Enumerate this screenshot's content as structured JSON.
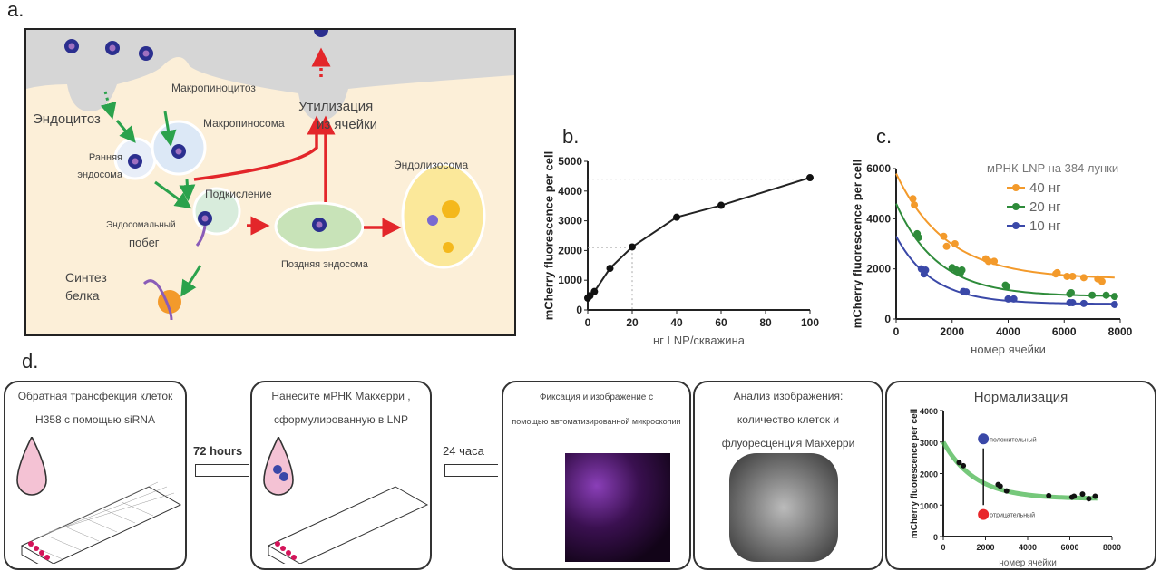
{
  "panel_a": {
    "label": "a.",
    "endocytosis": "Эндоцитоз",
    "macropinocytosis": "Макропиноцитоз",
    "macropinosome": "Макропиносома",
    "early_endosome": "Ранняя эндосома",
    "acidification": "Подкисление",
    "endosomal_escape_1": "Эндосомальный",
    "endosomal_escape_2": "побег",
    "protein_synthesis_1": "Синтез",
    "protein_synthesis_2": "белка",
    "late_endosome": "Поздняя эндосома",
    "endolysosome": "Эндолизосома",
    "recycling_1": "Утилизация",
    "recycling_2": "из ячейки"
  },
  "panel_b": {
    "label": "b."
  },
  "panel_c": {
    "label": "c."
  },
  "panel_d": {
    "label": "d.",
    "step1": [
      "Обратная трансфекция клеток",
      "H358 с помощью siRNA"
    ],
    "arrow1": "72 hours",
    "step2": [
      "Нанесите мРНК Макхерри ,",
      "сформулированную в LNP"
    ],
    "arrow2": "24 часа",
    "step3": [
      "Фиксация и изображение с",
      "помощью автоматизированной микроскопии"
    ],
    "step4": [
      "Анализ изображения:",
      "количество клеток и",
      "флуоресценция Макхерри"
    ],
    "step5_title": "Нормализация",
    "positive": "положительный",
    "negative": "отрицательный"
  },
  "chart_data": [
    {
      "id": "b",
      "type": "line",
      "xlabel": "нг LNP/скважина",
      "ylabel": "mCherry fluorescence per cell",
      "xlim": [
        0,
        100
      ],
      "ylim": [
        0,
        5000
      ],
      "xticks": [
        0,
        20,
        40,
        60,
        80,
        100
      ],
      "yticks": [
        0,
        1000,
        2000,
        3000,
        4000,
        5000
      ],
      "x": [
        0,
        1,
        3,
        10,
        20,
        40,
        60,
        100
      ],
      "y": [
        400,
        480,
        620,
        1400,
        2120,
        3120,
        3520,
        4450
      ],
      "reference_lines": [
        {
          "x": 20,
          "y": 2100
        },
        {
          "y": 4400
        }
      ]
    },
    {
      "id": "c",
      "type": "scatter",
      "xlabel": "номер ячейки",
      "ylabel": "mCherry fluorescence per cell",
      "xlim": [
        0,
        8000
      ],
      "ylim": [
        0,
        6000
      ],
      "xticks": [
        0,
        2000,
        4000,
        6000,
        8000
      ],
      "yticks": [
        0,
        2000,
        4000,
        6000
      ],
      "legend_title": "мРНК-LNP на 384 лунки",
      "legend_placement": "top-right",
      "series": [
        {
          "name": "40 нг",
          "color": "#f39a2b",
          "fit": {
            "plateau": 1600,
            "span": 4200,
            "tau": 1800
          },
          "points": [
            [
              600,
              4800
            ],
            [
              650,
              4550
            ],
            [
              1700,
              3300
            ],
            [
              1800,
              2900
            ],
            [
              2100,
              3000
            ],
            [
              3200,
              2400
            ],
            [
              3300,
              2300
            ],
            [
              3500,
              2300
            ],
            [
              5700,
              1800
            ],
            [
              5750,
              1850
            ],
            [
              6100,
              1700
            ],
            [
              6300,
              1700
            ],
            [
              6700,
              1650
            ],
            [
              7200,
              1600
            ],
            [
              7350,
              1500
            ]
          ]
        },
        {
          "name": "20 нг",
          "color": "#2e8b3a",
          "fit": {
            "plateau": 900,
            "span": 3700,
            "tau": 1500
          },
          "points": [
            [
              750,
              3400
            ],
            [
              800,
              3250
            ],
            [
              2000,
              2050
            ],
            [
              2150,
              1950
            ],
            [
              2300,
              1850
            ],
            [
              2350,
              1950
            ],
            [
              3900,
              1350
            ],
            [
              3950,
              1300
            ],
            [
              6200,
              1000
            ],
            [
              6250,
              1050
            ],
            [
              7000,
              950
            ],
            [
              7500,
              950
            ],
            [
              7800,
              900
            ]
          ]
        },
        {
          "name": "10 нг",
          "color": "#3a48a8",
          "fit": {
            "plateau": 600,
            "span": 2700,
            "tau": 1300
          },
          "points": [
            [
              900,
              2000
            ],
            [
              1050,
              1950
            ],
            [
              1000,
              1800
            ],
            [
              2400,
              1100
            ],
            [
              2500,
              1080
            ],
            [
              4000,
              800
            ],
            [
              4200,
              800
            ],
            [
              6200,
              650
            ],
            [
              6300,
              650
            ],
            [
              6700,
              620
            ],
            [
              7800,
              580
            ]
          ]
        }
      ]
    },
    {
      "id": "d",
      "type": "scatter",
      "xlabel": "номер ячейки",
      "ylabel": "mCherry fluorescence per cell",
      "xlim": [
        0,
        8000
      ],
      "ylim": [
        0,
        4000
      ],
      "xticks": [
        0,
        2000,
        4000,
        6000,
        8000
      ],
      "yticks": [
        0,
        1000,
        2000,
        3000,
        4000
      ],
      "fit": {
        "plateau": 1200,
        "span": 1800,
        "tau": 1500
      },
      "points": [
        [
          750,
          2350
        ],
        [
          950,
          2250
        ],
        [
          2600,
          1650
        ],
        [
          2700,
          1600
        ],
        [
          3000,
          1450
        ],
        [
          5000,
          1300
        ],
        [
          6100,
          1250
        ],
        [
          6200,
          1280
        ],
        [
          6600,
          1350
        ],
        [
          6900,
          1200
        ],
        [
          7200,
          1280
        ]
      ],
      "controls": [
        {
          "name": "положительный",
          "x": 1900,
          "y": 3100,
          "color": "#3a48a8"
        },
        {
          "name": "отрицательный",
          "x": 1900,
          "y": 700,
          "color": "#e8262a"
        }
      ]
    }
  ]
}
